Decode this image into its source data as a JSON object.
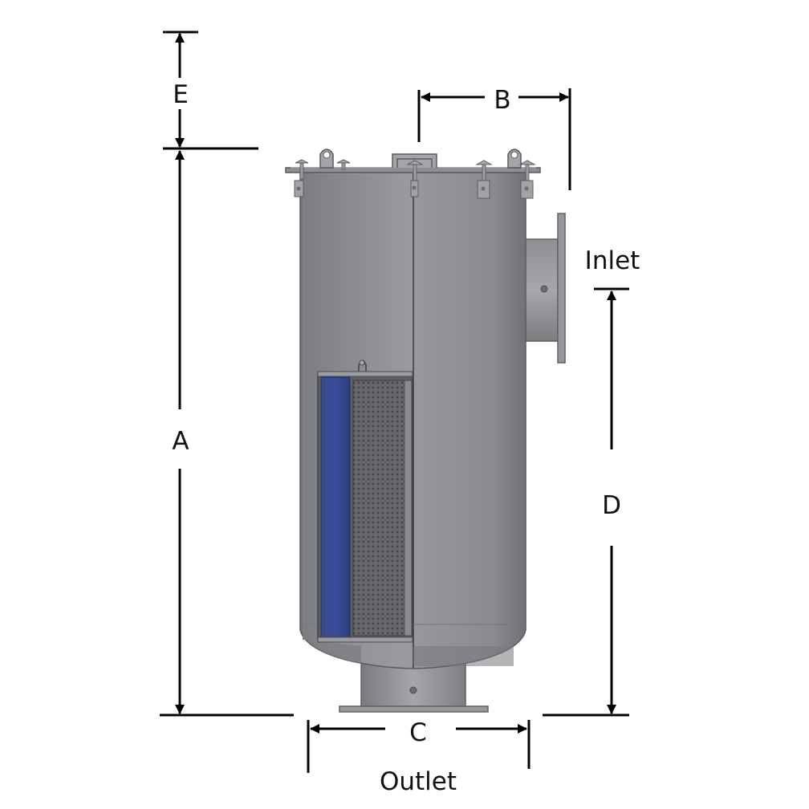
{
  "dimensions": {
    "a": "A",
    "b": "B",
    "c": "C",
    "d": "D",
    "e": "E"
  },
  "labels": {
    "inlet": "Inlet",
    "outlet": "Outlet"
  },
  "colors": {
    "shell": "#8a8b8f",
    "shell_light": "#a3a4a8",
    "shell_dark": "#6f7074",
    "filter_blue": "#34458f",
    "mesh": "#55565a",
    "dimension_lines": "#000000"
  }
}
